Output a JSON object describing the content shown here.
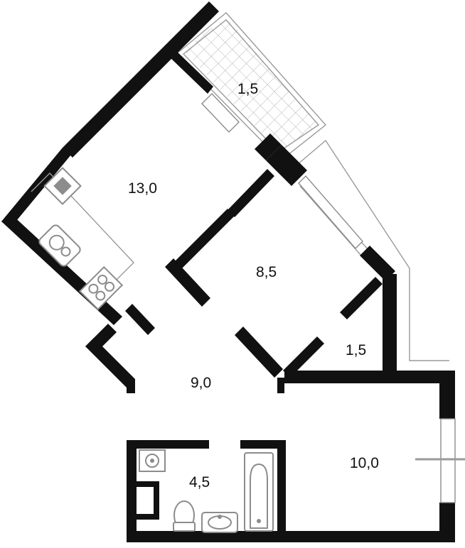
{
  "rooms": {
    "balcony_area": "1,5",
    "kitchen_area": "13,0",
    "bedroom_area": "8,5",
    "wardrobe_area": "1,5",
    "hall_area": "9,0",
    "living_area": "10,0",
    "bathroom_area": "4,5"
  },
  "icons": {
    "stove": "stove-icon",
    "sink": "kitchen-sink-icon",
    "hob": "hob-icon",
    "washer": "washing-machine-icon",
    "toilet": "toilet-icon",
    "basin": "washbasin-icon",
    "bathtub": "bathtub-icon"
  },
  "colors": {
    "wall": "#111111",
    "fixture": "#8c8c8c",
    "background": "#ffffff"
  }
}
